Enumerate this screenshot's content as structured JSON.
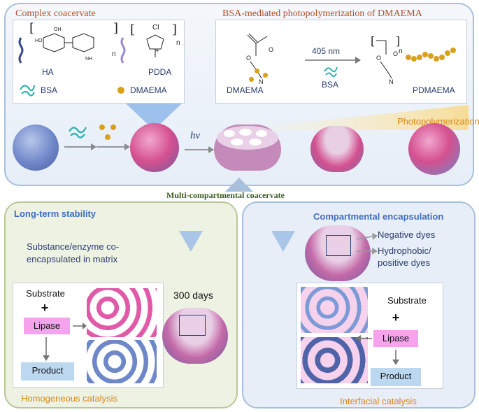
{
  "top": {
    "left_title": "Complex coacervate",
    "right_title": "BSA-mediated photopolymerization of DMAEMA",
    "materials": {
      "ha": "HA",
      "pdda": "PDDA",
      "bsa": "BSA",
      "dmaema": "DMAEMA",
      "n_sub": "n",
      "cl_label": "Cl",
      "plus": "+"
    },
    "reaction": {
      "reactant": "DMAEMA",
      "wavelength": "405 nm",
      "catalyst": "BSA",
      "product": "PDMAEMA",
      "n_sub": "n"
    },
    "hv": "hv",
    "photopolymerization": "Photopolymerization",
    "center_label": "Multi-compartmental coacervate"
  },
  "left_panel": {
    "title": "Long-term stability",
    "desc": "Substance/enzyme co-encapsulated in matrix",
    "substrate": "Substrate",
    "plus": "+",
    "lipase": "Lipase",
    "product": "Product",
    "days": "300 days",
    "footer": "Homogeneous catalysis"
  },
  "right_panel": {
    "title": "Compartmental encapsulation",
    "negative": "Negative dyes",
    "hydrophobic": "Hydrophobic/ positive dyes",
    "substrate": "Substrate",
    "plus": "+",
    "lipase": "Lipase",
    "product": "Product",
    "footer": "Interfacial catalysis"
  },
  "colors": {
    "lipase_box": "#f5a3ec",
    "product_box": "#bcd7f0",
    "pink_matrix": "#e05aa8",
    "blue_matrix": "#6e87c9",
    "gold": "#d9a11a",
    "bsa_teal": "#2fb3b0"
  }
}
